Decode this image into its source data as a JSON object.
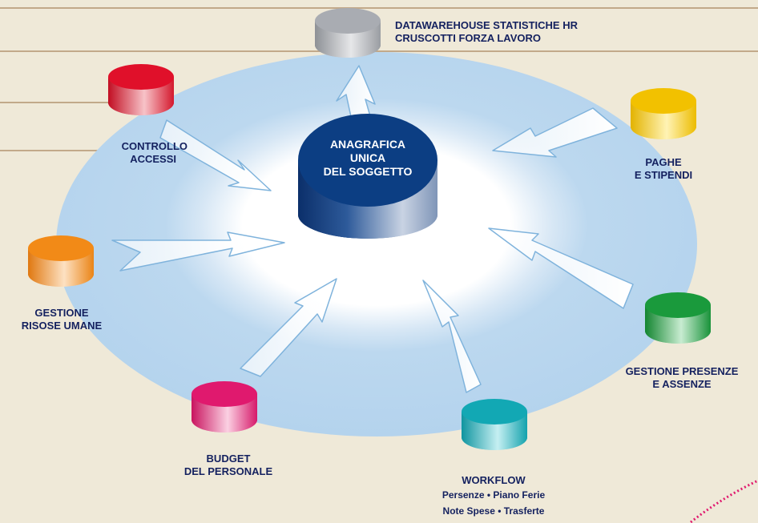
{
  "center": {
    "lines": [
      "ANAGRAFICA",
      "UNICA",
      "DEL SOGGETTO"
    ]
  },
  "nodes": {
    "datawarehouse": {
      "lines": [
        "DATAWAREHOUSE STATISTICHE HR",
        "CRUSCOTTI FORZA LAVORO"
      ],
      "color": "#a9acb2"
    },
    "controllo_accessi": {
      "lines": [
        "CONTROLLO",
        "ACCESSI"
      ],
      "color": "#e0102a"
    },
    "paghe": {
      "lines": [
        "PAGHE",
        "E STIPENDI"
      ],
      "color": "#f2c100"
    },
    "risorse_umane": {
      "lines": [
        "GESTIONE",
        "RISOSE UMANE"
      ],
      "color": "#f28a17"
    },
    "presenze": {
      "lines": [
        "GESTIONE PRESENZE",
        "E ASSENZE"
      ],
      "color": "#1a9a3c"
    },
    "budget": {
      "lines": [
        "BUDGET",
        "DEL PERSONALE"
      ],
      "color": "#e0196e"
    },
    "workflow": {
      "lines": [
        "WORKFLOW",
        "Persenze • Piano Ferie",
        "Note Spese • Trasferte"
      ],
      "color": "#12a8b4"
    }
  },
  "colors": {
    "background": "#efe9d8",
    "ellipse": "#b8d6ee",
    "center_cylinder": "#0c3e83",
    "text": "#14215f",
    "dotted_accent": "#e0196e"
  }
}
